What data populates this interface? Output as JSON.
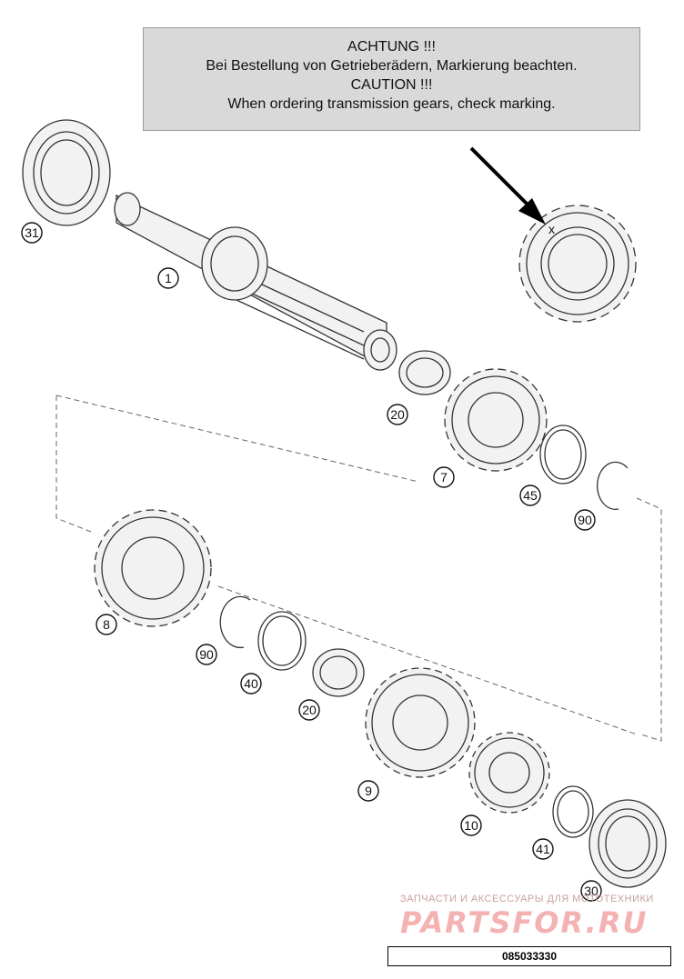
{
  "notice": {
    "line1": "ACHTUNG !!!",
    "line2": "Bei Bestellung von Getrieberädern, Markierung beachten.",
    "line3": "CAUTION !!!",
    "line4": "When ordering transmission gears, check marking."
  },
  "callouts": [
    {
      "id": "c31a",
      "label": "31"
    },
    {
      "id": "c1",
      "label": "1"
    },
    {
      "id": "c20a",
      "label": "20"
    },
    {
      "id": "c7",
      "label": "7"
    },
    {
      "id": "c45",
      "label": "45"
    },
    {
      "id": "c90a",
      "label": "90"
    },
    {
      "id": "c8",
      "label": "8"
    },
    {
      "id": "c90b",
      "label": "90"
    },
    {
      "id": "c40",
      "label": "40"
    },
    {
      "id": "c20b",
      "label": "20"
    },
    {
      "id": "c9",
      "label": "9"
    },
    {
      "id": "c10",
      "label": "10"
    },
    {
      "id": "c41",
      "label": "41"
    },
    {
      "id": "c30",
      "label": "30"
    }
  ],
  "watermark": {
    "tagline": "ЗАПЧАСТИ И АКСЕССУАРЫ ДЛЯ МОТОТЕХНИКИ",
    "brand": "PARTSFOR.RU"
  },
  "part_code": "085033330"
}
